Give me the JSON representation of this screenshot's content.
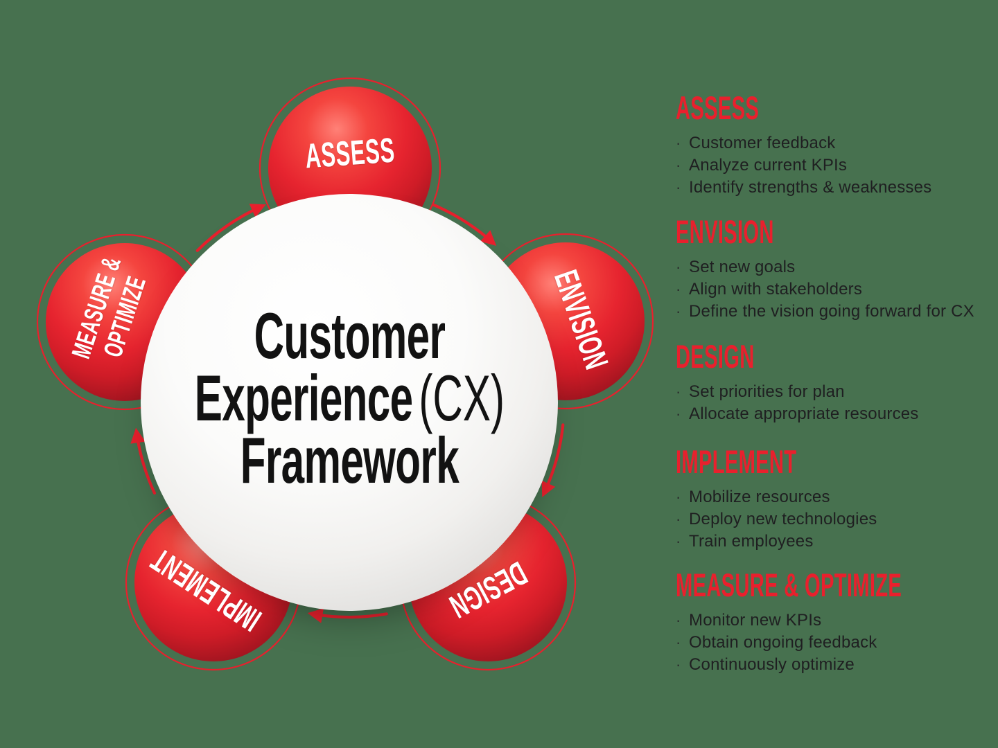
{
  "meta": {
    "bullet": "·"
  },
  "colors": {
    "background": "#47714f",
    "accent_red": "#e8202d",
    "sphere_red": "#e6242f",
    "text_dark": "#1f1f21",
    "sphere_text": "#ffffff"
  },
  "diagram": {
    "center_title": {
      "line1": "Customer",
      "line2_main": "Experience",
      "line2_paren": "(CX)",
      "line3": "Framework"
    },
    "spheres": {
      "assess": {
        "label": "ASSESS"
      },
      "envision": {
        "label": "ENVISION"
      },
      "design": {
        "label": "DESIGN"
      },
      "implement": {
        "label": "IMPLEMENT"
      },
      "measure_optimize": {
        "label_line1": "MEASURE &",
        "label_line2": "OPTIMIZE"
      }
    }
  },
  "sections": [
    {
      "heading": "ASSESS",
      "bullets": [
        "Customer feedback",
        "Analyze current KPIs",
        "Identify strengths & weaknesses"
      ]
    },
    {
      "heading": "ENVISION",
      "bullets": [
        "Set new goals",
        "Align with stakeholders",
        "Define the vision going forward for CX"
      ]
    },
    {
      "heading": "DESIGN",
      "bullets": [
        "Set priorities for plan",
        "Allocate appropriate resources"
      ]
    },
    {
      "heading": "IMPLEMENT",
      "bullets": [
        "Mobilize resources",
        "Deploy new technologies",
        "Train employees"
      ]
    },
    {
      "heading": "MEASURE & OPTIMIZE",
      "bullets": [
        "Monitor new KPIs",
        "Obtain ongoing feedback",
        "Continuously optimize"
      ]
    }
  ]
}
